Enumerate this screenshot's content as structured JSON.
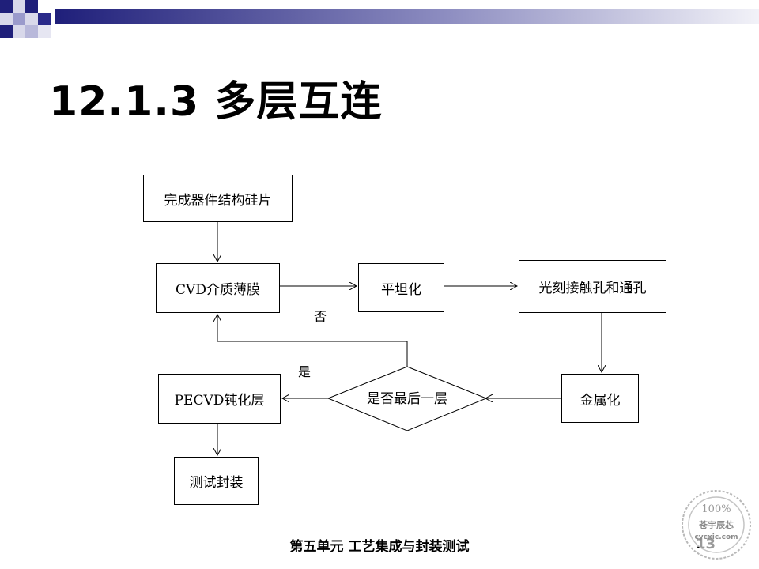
{
  "slide": {
    "title": "12.1.3 多层互连",
    "footer": "第五单元 工艺集成与封装测试",
    "page_number": "13"
  },
  "flowchart": {
    "nodes": {
      "wafer": "完成器件结构硅片",
      "cvd": "CVD介质薄膜",
      "planarize": "平坦化",
      "litho": "光刻接触孔和通孔",
      "metal": "金属化",
      "decision": "是否最后一层",
      "pecvd": "PECVD钝化层",
      "test": "测试封装"
    },
    "edges": {
      "no_label": "否",
      "yes_label": "是"
    }
  },
  "watermark": {
    "percent": "100%",
    "name": "苍宇辰芯",
    "domain": "cycxic.com"
  },
  "colors": {
    "topbar_dark": "#1f1f7a",
    "topbar_light": "#e6e6f2",
    "line": "#000000"
  }
}
